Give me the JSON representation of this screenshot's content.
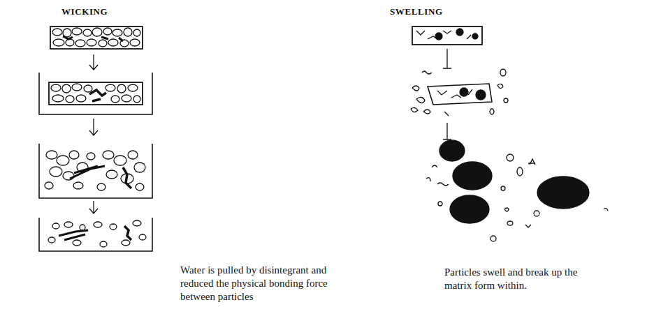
{
  "diagram": {
    "labels": [
      "WICKING",
      "SWELLING",
      "Water is pulled by disintegrant and reduced the physical bonding force between particles",
      "Particles swell and break up the matrix form within."
    ]
  }
}
